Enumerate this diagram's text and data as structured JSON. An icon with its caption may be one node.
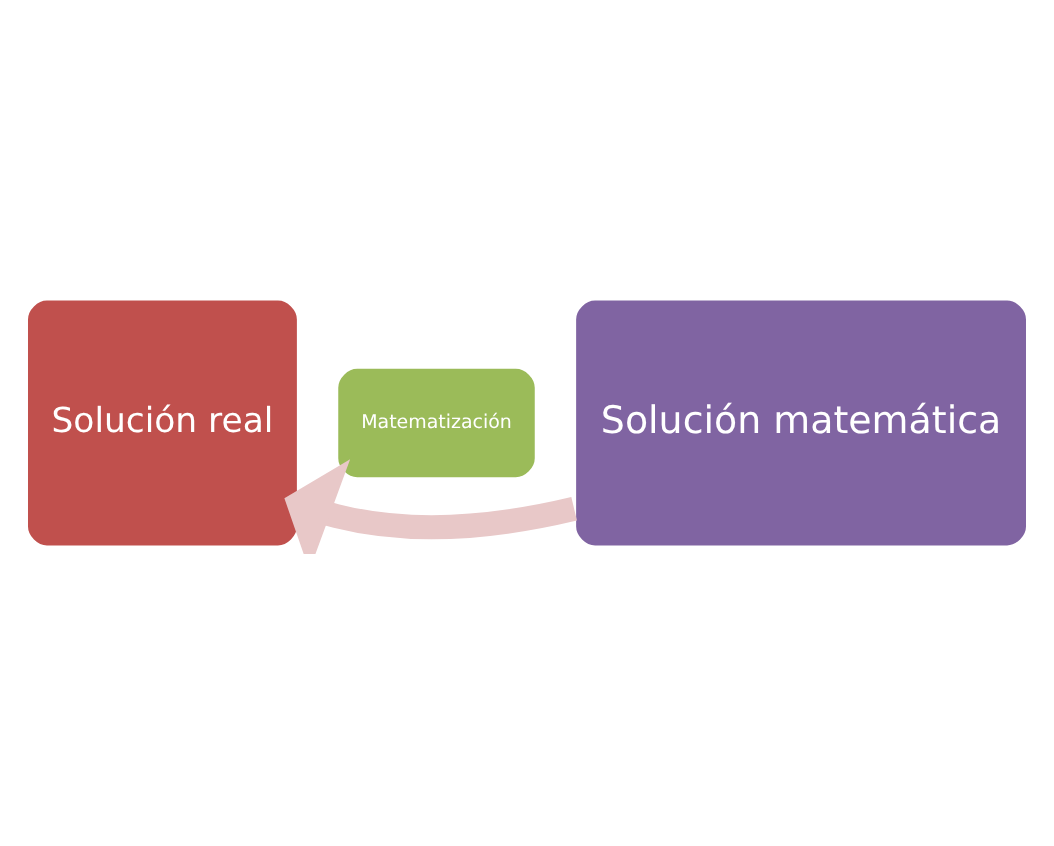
{
  "diagram": {
    "nodes": [
      {
        "text": [
          "Solución real"
        ]
      },
      {
        "text": [
          "Matematización"
        ]
      },
      {
        "text": [
          "Solución matemática"
        ]
      }
    ],
    "edges": [
      {
        "from": 2,
        "to": 0,
        "arrow": "to",
        "color": "#e8c8c8"
      }
    ]
  }
}
